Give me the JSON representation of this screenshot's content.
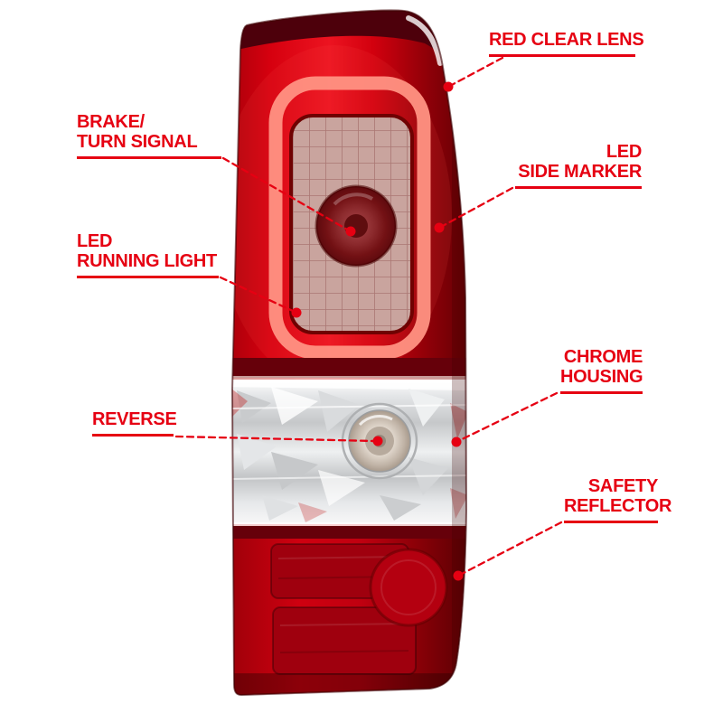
{
  "colors": {
    "accent_red": "#e60012",
    "lens_red": "#d4000f",
    "lens_dark_red": "#5f0004",
    "chrome_silver": "#d6d8da"
  },
  "diagram": {
    "callouts": [
      {
        "id": "red-clear-lens",
        "lines": [
          "RED CLEAR LENS"
        ]
      },
      {
        "id": "brake-turn-signal",
        "lines": [
          "BRAKE/",
          "TURN SIGNAL"
        ]
      },
      {
        "id": "led-side-marker",
        "lines": [
          "LED",
          "SIDE MARKER"
        ]
      },
      {
        "id": "led-running-light",
        "lines": [
          "LED",
          "RUNNING LIGHT"
        ]
      },
      {
        "id": "chrome-housing",
        "lines": [
          "CHROME",
          "HOUSING"
        ]
      },
      {
        "id": "reverse",
        "lines": [
          "REVERSE"
        ]
      },
      {
        "id": "safety-reflector",
        "lines": [
          "SAFETY",
          "REFLECTOR"
        ]
      }
    ]
  }
}
